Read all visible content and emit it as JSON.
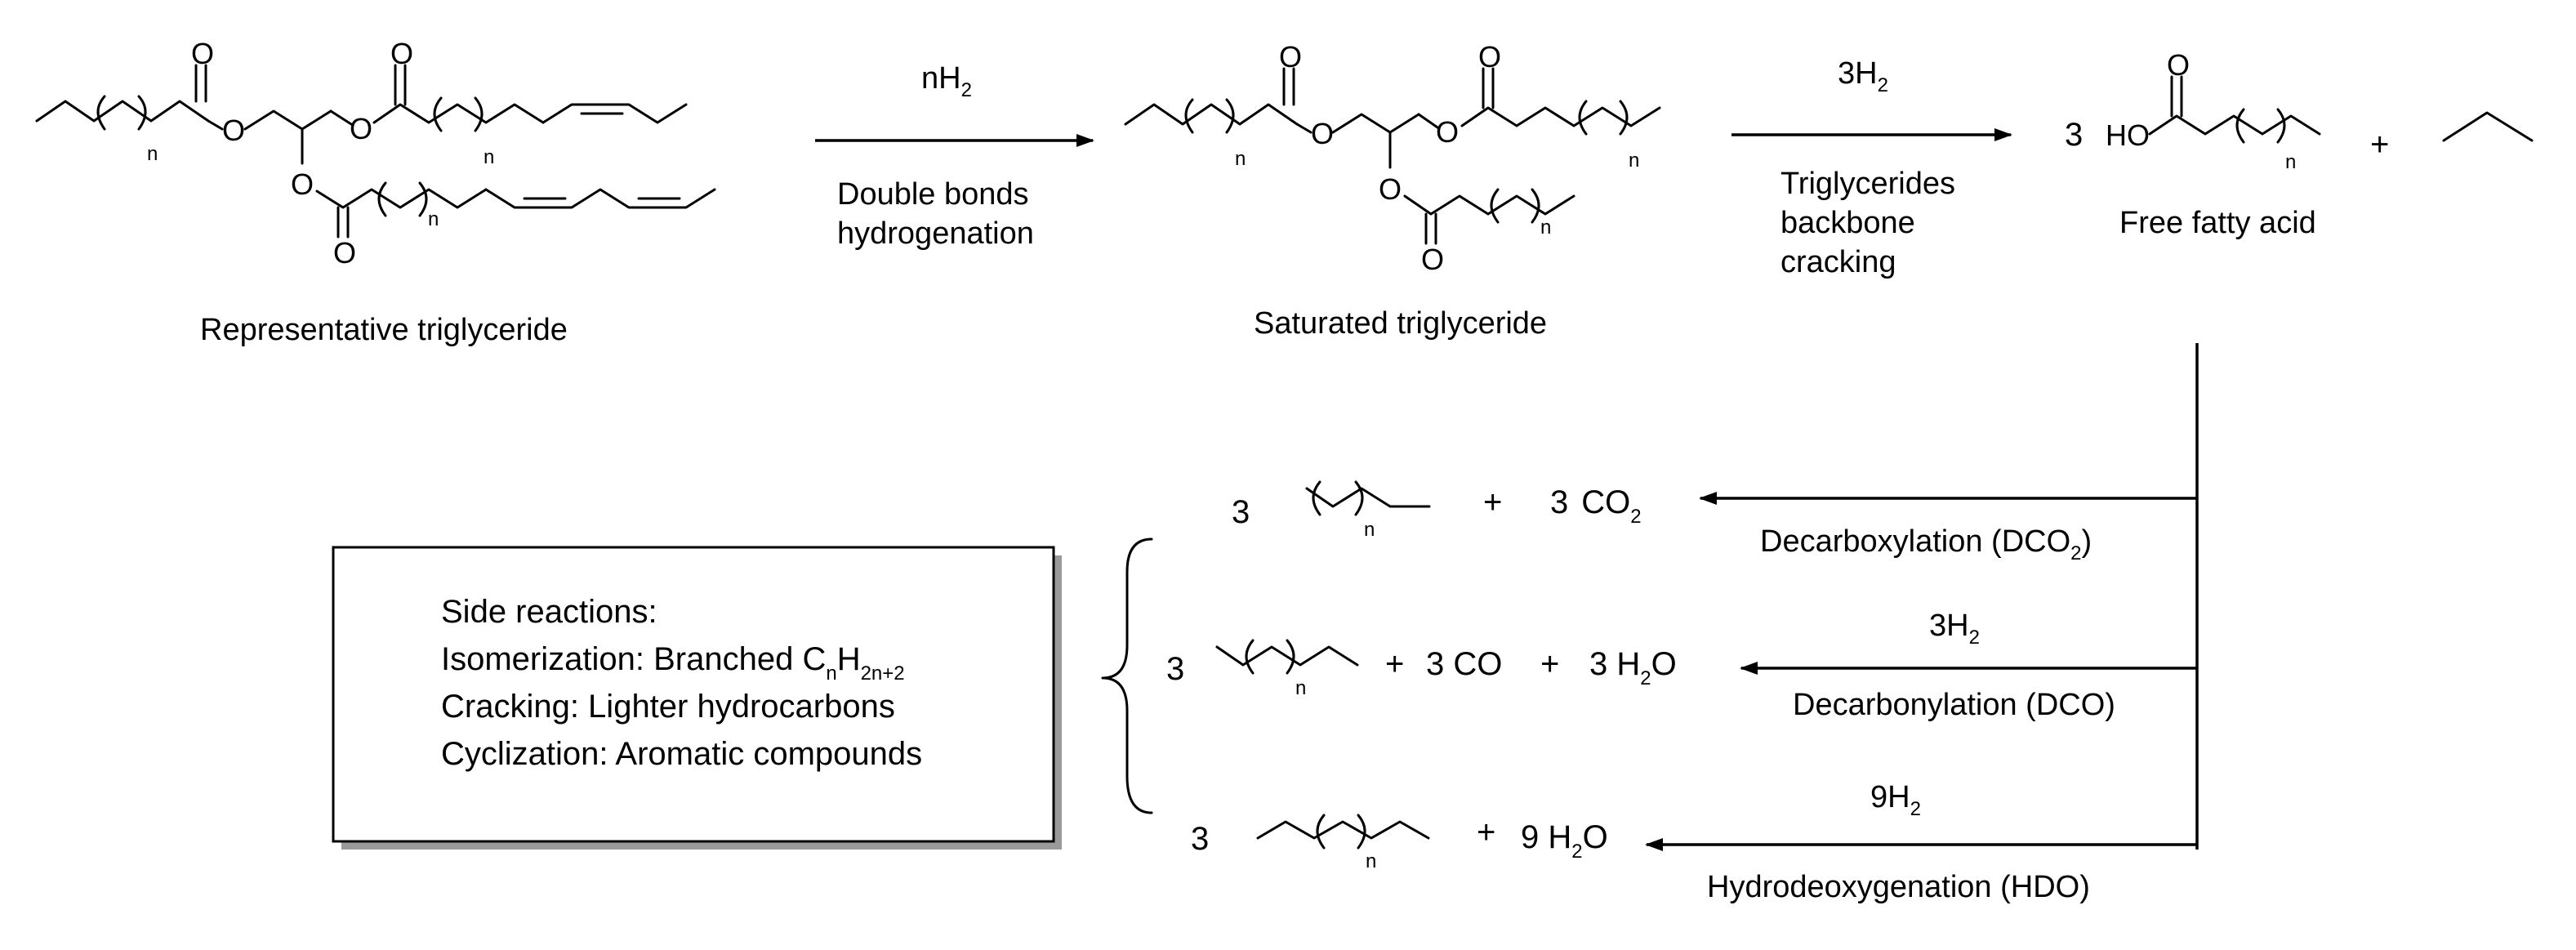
{
  "molecules": {
    "rep_triglyceride": {
      "caption": "Representative triglyceride",
      "n": "n",
      "o": "O"
    },
    "sat_triglyceride": {
      "caption": "Saturated triglyceride",
      "n": "n",
      "o": "O"
    },
    "free_fatty_acid": {
      "caption": "Free fatty acid",
      "coef": "3",
      "ho": "HO",
      "n": "n",
      "o": "O",
      "plus": "+"
    }
  },
  "steps": {
    "hydrogenation": {
      "reagent_base": "nH",
      "reagent_sub": "2",
      "line1": "Double bonds",
      "line2": "hydrogenation"
    },
    "cracking": {
      "reagent_base": "3H",
      "reagent_sub": "2",
      "line1": "Triglycerides",
      "line2": "backbone",
      "line3": "cracking"
    }
  },
  "pathways": {
    "dco2": {
      "coef": "3",
      "n": "n",
      "plus": "+",
      "co2_coef": "3",
      "co2_base": "CO",
      "co2_sub": "2",
      "label_base": "Decarboxylation (DCO",
      "label_sub": "2",
      "label_end": ")"
    },
    "dco": {
      "coef": "3",
      "n": "n",
      "plus1": "+",
      "co": "3 CO",
      "plus2": "+",
      "h2o_base": "3 H",
      "h2o_sub": "2",
      "h2o_end": "O",
      "reagent_base": "3H",
      "reagent_sub": "2",
      "label": "Decarbonylation (DCO)"
    },
    "hdo": {
      "coef": "3",
      "n": "n",
      "plus": "+",
      "h2o_base": "9 H",
      "h2o_sub": "2",
      "h2o_end": "O",
      "reagent_base": "9H",
      "reagent_sub": "2",
      "label": "Hydrodeoxygenation (HDO)"
    }
  },
  "side_reactions": {
    "title": "Side reactions:",
    "iso_base": "Isomerization: Branched C",
    "iso_sub1": "n",
    "iso_mid": "H",
    "iso_sub2": "2n+2",
    "cracking": "Cracking: Lighter hydrocarbons",
    "cyclization": "Cyclization: Aromatic compounds"
  }
}
